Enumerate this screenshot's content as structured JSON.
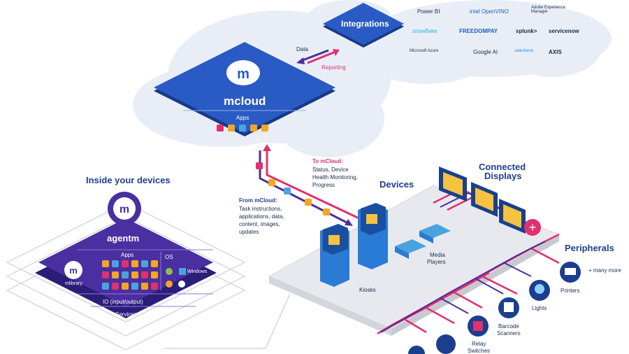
{
  "integrations": {
    "title": "Integrations",
    "data_label": "Data",
    "reporting_label": "Reporting",
    "partners": [
      "Power BI",
      "intel OpenVINO",
      "Adobe Experience Manager",
      "snowflake",
      "FREEDOMPAY",
      "splunk>",
      "servicenow",
      "Microsoft Azure",
      "Google AI",
      "salesforce",
      "AXIS"
    ]
  },
  "mcloud": {
    "title": "mcloud",
    "apps_label": "Apps"
  },
  "to_mcloud": {
    "title": "To mCloud:",
    "lines": [
      "Status, Device",
      "Health Monitoring,",
      "Progress"
    ]
  },
  "from_mcloud": {
    "title": "From mCloud:",
    "lines": [
      "Task instructions,",
      "applications, data,",
      "content, images,",
      "updates"
    ]
  },
  "inside": {
    "title": "Inside your devices",
    "agent": "agentm",
    "apps_label": "Apps",
    "os_label": "OS",
    "windows_label": "Windows",
    "library_label": "mlibrary",
    "io_label": "IO (input/output)",
    "services_label": "Services"
  },
  "devices": {
    "title": "Devices",
    "connected_displays_line1": "Connected",
    "connected_displays_line2": "Displays",
    "kiosks": "Kiosks",
    "media_players_line1": "Media",
    "media_players_line2": "Players"
  },
  "peripherals": {
    "title": "Peripherals",
    "more": "+ many more",
    "printers": "Printers",
    "lights": "Lights",
    "barcode_line1": "Barcode",
    "barcode_line2": "Scanners",
    "relay_line1": "Relay",
    "relay_line2": "Switches"
  },
  "colors": {
    "navy": "#1f3f8f",
    "purple": "#4a2fa0",
    "magenta": "#e0306e",
    "cloud": "#e9eef6"
  }
}
